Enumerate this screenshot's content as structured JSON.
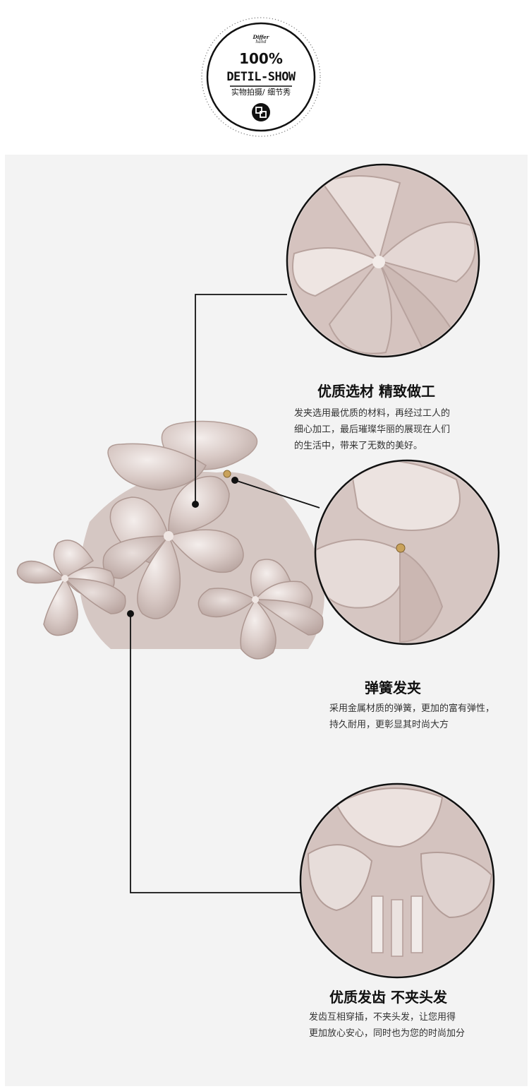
{
  "badge": {
    "brand_top": "Differ",
    "brand_bottom": "hand",
    "percent": "100%",
    "title": "DETIL-SHOW",
    "subtitle": "实物拍摄/ 细节秀"
  },
  "colors": {
    "panel_bg": "#f3f3f3",
    "petal": "#d9c8c4",
    "petal_light": "#ece2df",
    "pin": "#c9a25b"
  },
  "features": [
    {
      "title": "优质选材 精致做工",
      "description": "发夹选用最优质的材料，再经过工人的\n细心加工，最后璀璨华丽的展现在人们\n的生活中，带来了无数的美好。"
    },
    {
      "title": "弹簧发夹",
      "description": "采用金属材质的弹簧，更加的富有弹性，\n持久耐用，更彰显其时尚大方"
    },
    {
      "title": "优质发齿 不夹头发",
      "description": "发齿互相穿插，不夹头发，让您用得\n更加放心安心，同时也为您的时尚加分"
    }
  ]
}
